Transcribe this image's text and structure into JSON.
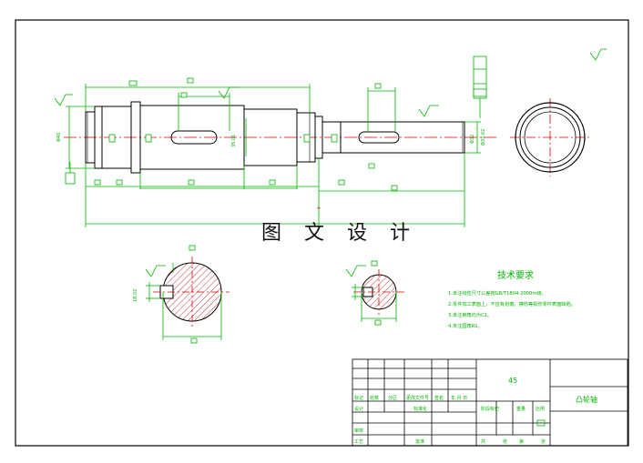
{
  "watermark": "图 文 设 计",
  "tech_requirements": {
    "title": "技术要求",
    "items": [
      "1.未注线性尺寸公差按GB/T1804-2000m级。",
      "2.零件加工表面上，不应有划痕、擦伤等损伤零件表面缺陷。",
      "3.未注倒角均为C1。",
      "4.未注圆角R1。"
    ]
  },
  "title_block": {
    "material": "45",
    "part_name": "凸轮轴",
    "labels": {
      "mark": "标记",
      "count": "处数",
      "zone": "分区",
      "change_doc": "更改文件号",
      "signature": "签名",
      "date": "年.月.日",
      "design": "设计",
      "standardize": "标准化",
      "review": "审核",
      "process": "工艺",
      "approve": "批准",
      "stage_mark": "阶段标记",
      "weight": "重量",
      "scale": "比例",
      "sheet_total": "共",
      "sheet": "张",
      "sheet_no": "第",
      "sheet_suffix": "张"
    }
  },
  "dimensions": {
    "left_dia": "Φ40",
    "right_dia": "Φ32",
    "right_dia_2": "Φ32.02",
    "key_depth_1": "35.01",
    "key_depth_2": "18.02"
  },
  "colors": {
    "outline": "#000000",
    "dimension": "#00b400",
    "centerline": "#e00000",
    "hatch": "#c00000",
    "label_fill": "#ffffff"
  }
}
